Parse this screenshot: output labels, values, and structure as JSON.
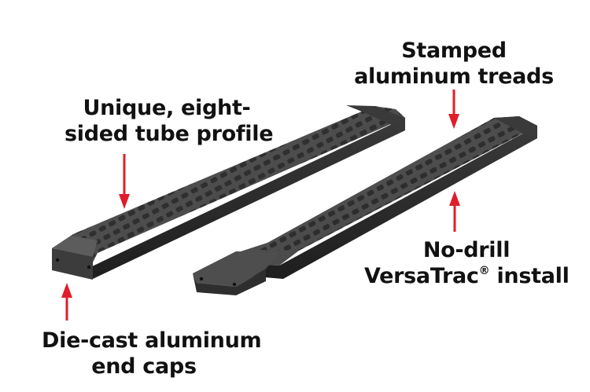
{
  "callouts": {
    "tube_profile": {
      "line1": "Unique, eight-",
      "line2": "sided tube profile"
    },
    "treads": {
      "line1": "Stamped",
      "line2": "aluminum treads"
    },
    "install": {
      "line1": "No-drill",
      "line2_pre": "VersaTrac",
      "mark": "®",
      "line2_post": " install"
    },
    "end_caps": {
      "line1": "Die-cast aluminum",
      "line2": "end caps"
    }
  },
  "colors": {
    "arrow": "#e01d2a",
    "bar_top": "#4a4a4a",
    "bar_side": "#2b2b2b",
    "end_cap": "#555555"
  }
}
